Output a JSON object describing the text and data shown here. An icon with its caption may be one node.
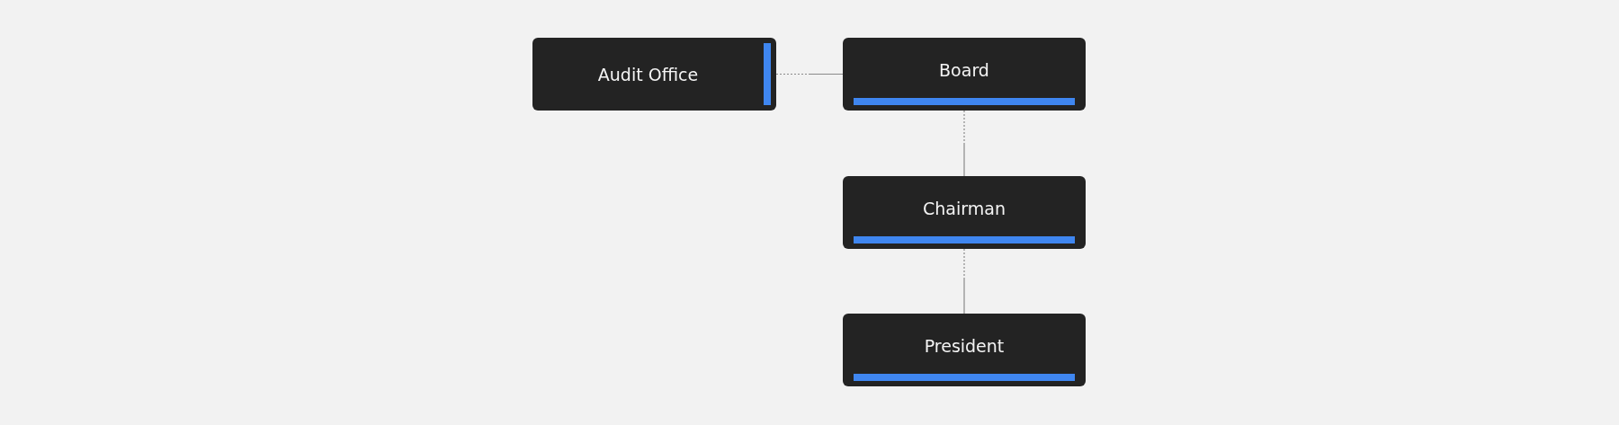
{
  "diagram": {
    "nodes": [
      {
        "text": [
          "Audit Office"
        ]
      },
      {
        "text": [
          "Board"
        ]
      },
      {
        "text": [
          "Chairman"
        ]
      },
      {
        "text": [
          "President"
        ]
      }
    ],
    "edges": [
      {
        "from": 0,
        "to": 1,
        "arrow": "none"
      },
      {
        "from": 1,
        "to": 2,
        "arrow": "none"
      },
      {
        "from": 2,
        "to": 3,
        "arrow": "none"
      }
    ]
  }
}
